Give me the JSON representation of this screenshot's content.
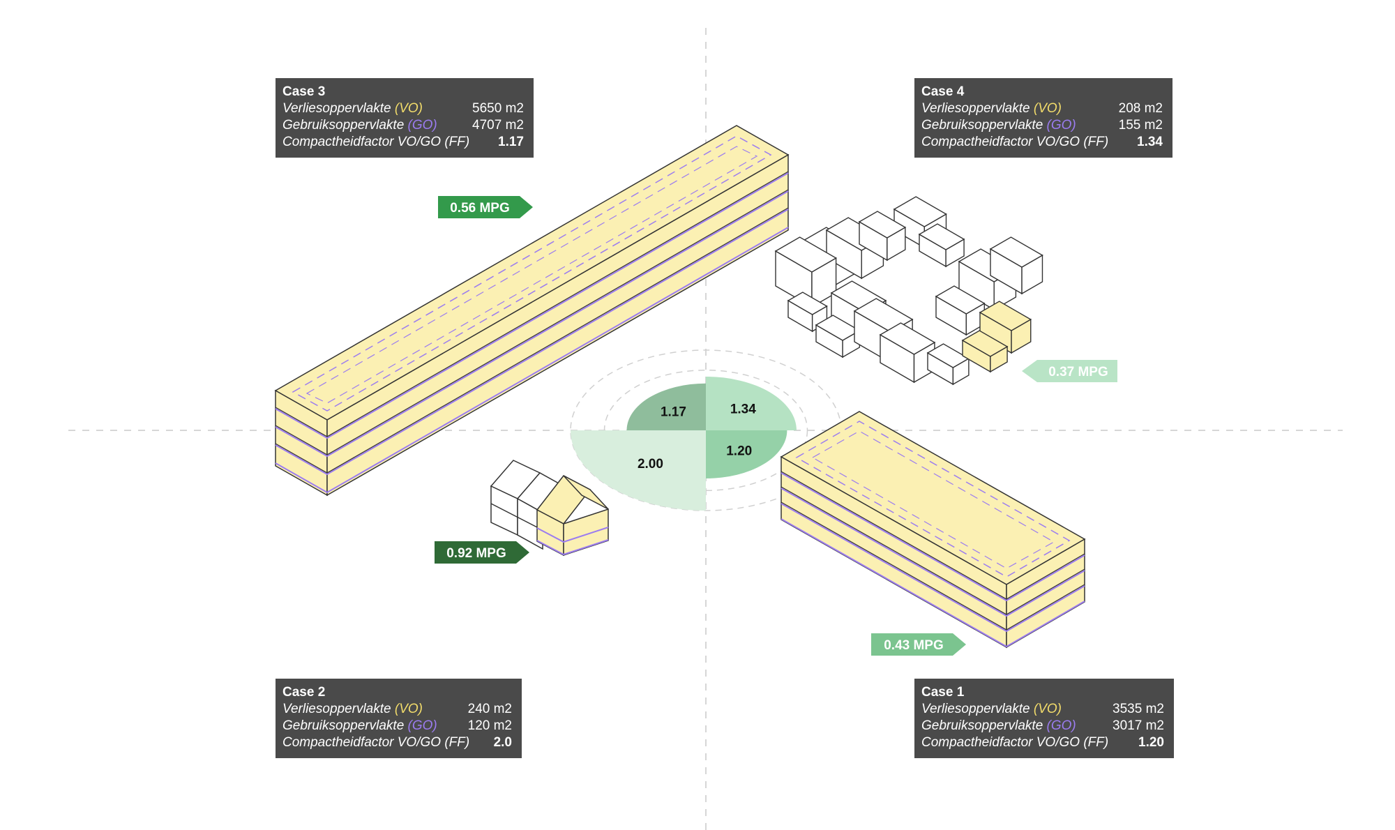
{
  "colors": {
    "vo": "#f2dc6b",
    "go": "#9b7cf0",
    "box_bg": "#4a4a4a",
    "building_fill": "#fbf0b3",
    "wedge_case1": "#95d1a8",
    "wedge_case2": "#d8eedd",
    "wedge_case3": "#8fbd9c",
    "wedge_case4": "#b5e2c3",
    "mpg_case1": "#7bc48f",
    "mpg_case2": "#2f6a36",
    "mpg_case3": "#339a4b",
    "mpg_case4": "#b9e4c6"
  },
  "cases": {
    "case3": {
      "title": "Case 3",
      "vo_label": "Verliesoppervlakte",
      "vo_abbr": "(VO)",
      "vo_value": "5650 m2",
      "go_label": "Gebruiksoppervlakte",
      "go_abbr": "(GO)",
      "go_value": "4707 m2",
      "ff_label": "Compactheidfactor VO/GO (FF)",
      "ff_value": "1.17",
      "mpg": "0.56 MPG"
    },
    "case4": {
      "title": "Case 4",
      "vo_label": "Verliesoppervlakte",
      "vo_abbr": "(VO)",
      "vo_value": "208 m2",
      "go_label": "Gebruiksoppervlakte",
      "go_abbr": "(GO)",
      "go_value": "155 m2",
      "ff_label": "Compactheidfactor VO/GO (FF)",
      "ff_value": "1.34",
      "mpg": "0.37 MPG"
    },
    "case2": {
      "title": "Case 2",
      "vo_label": "Verliesoppervlakte",
      "vo_abbr": "(VO)",
      "vo_value": "240 m2",
      "go_label": "Gebruiksoppervlakte",
      "go_abbr": "(GO)",
      "go_value": "120 m2",
      "ff_label": "Compactheidfactor VO/GO (FF)",
      "ff_value": "2.0",
      "mpg": "0.92 MPG"
    },
    "case1": {
      "title": "Case 1",
      "vo_label": "Verliesoppervlakte",
      "vo_abbr": "(VO)",
      "vo_value": "3535 m2",
      "go_label": "Gebruiksoppervlakte",
      "go_abbr": "(GO)",
      "go_value": "3017 m2",
      "ff_label": "Compactheidfactor VO/GO (FF)",
      "ff_value": "1.20",
      "mpg": "0.43 MPG"
    }
  },
  "chart_data": {
    "type": "pie",
    "categories": [
      "Case 4",
      "Case 1",
      "Case 2",
      "Case 3"
    ],
    "values": [
      1.34,
      1.2,
      2.0,
      1.17
    ],
    "value_labels": [
      "1.34",
      "1.20",
      "2.00",
      "1.17"
    ],
    "max_value": 2.0,
    "rings": 4
  }
}
